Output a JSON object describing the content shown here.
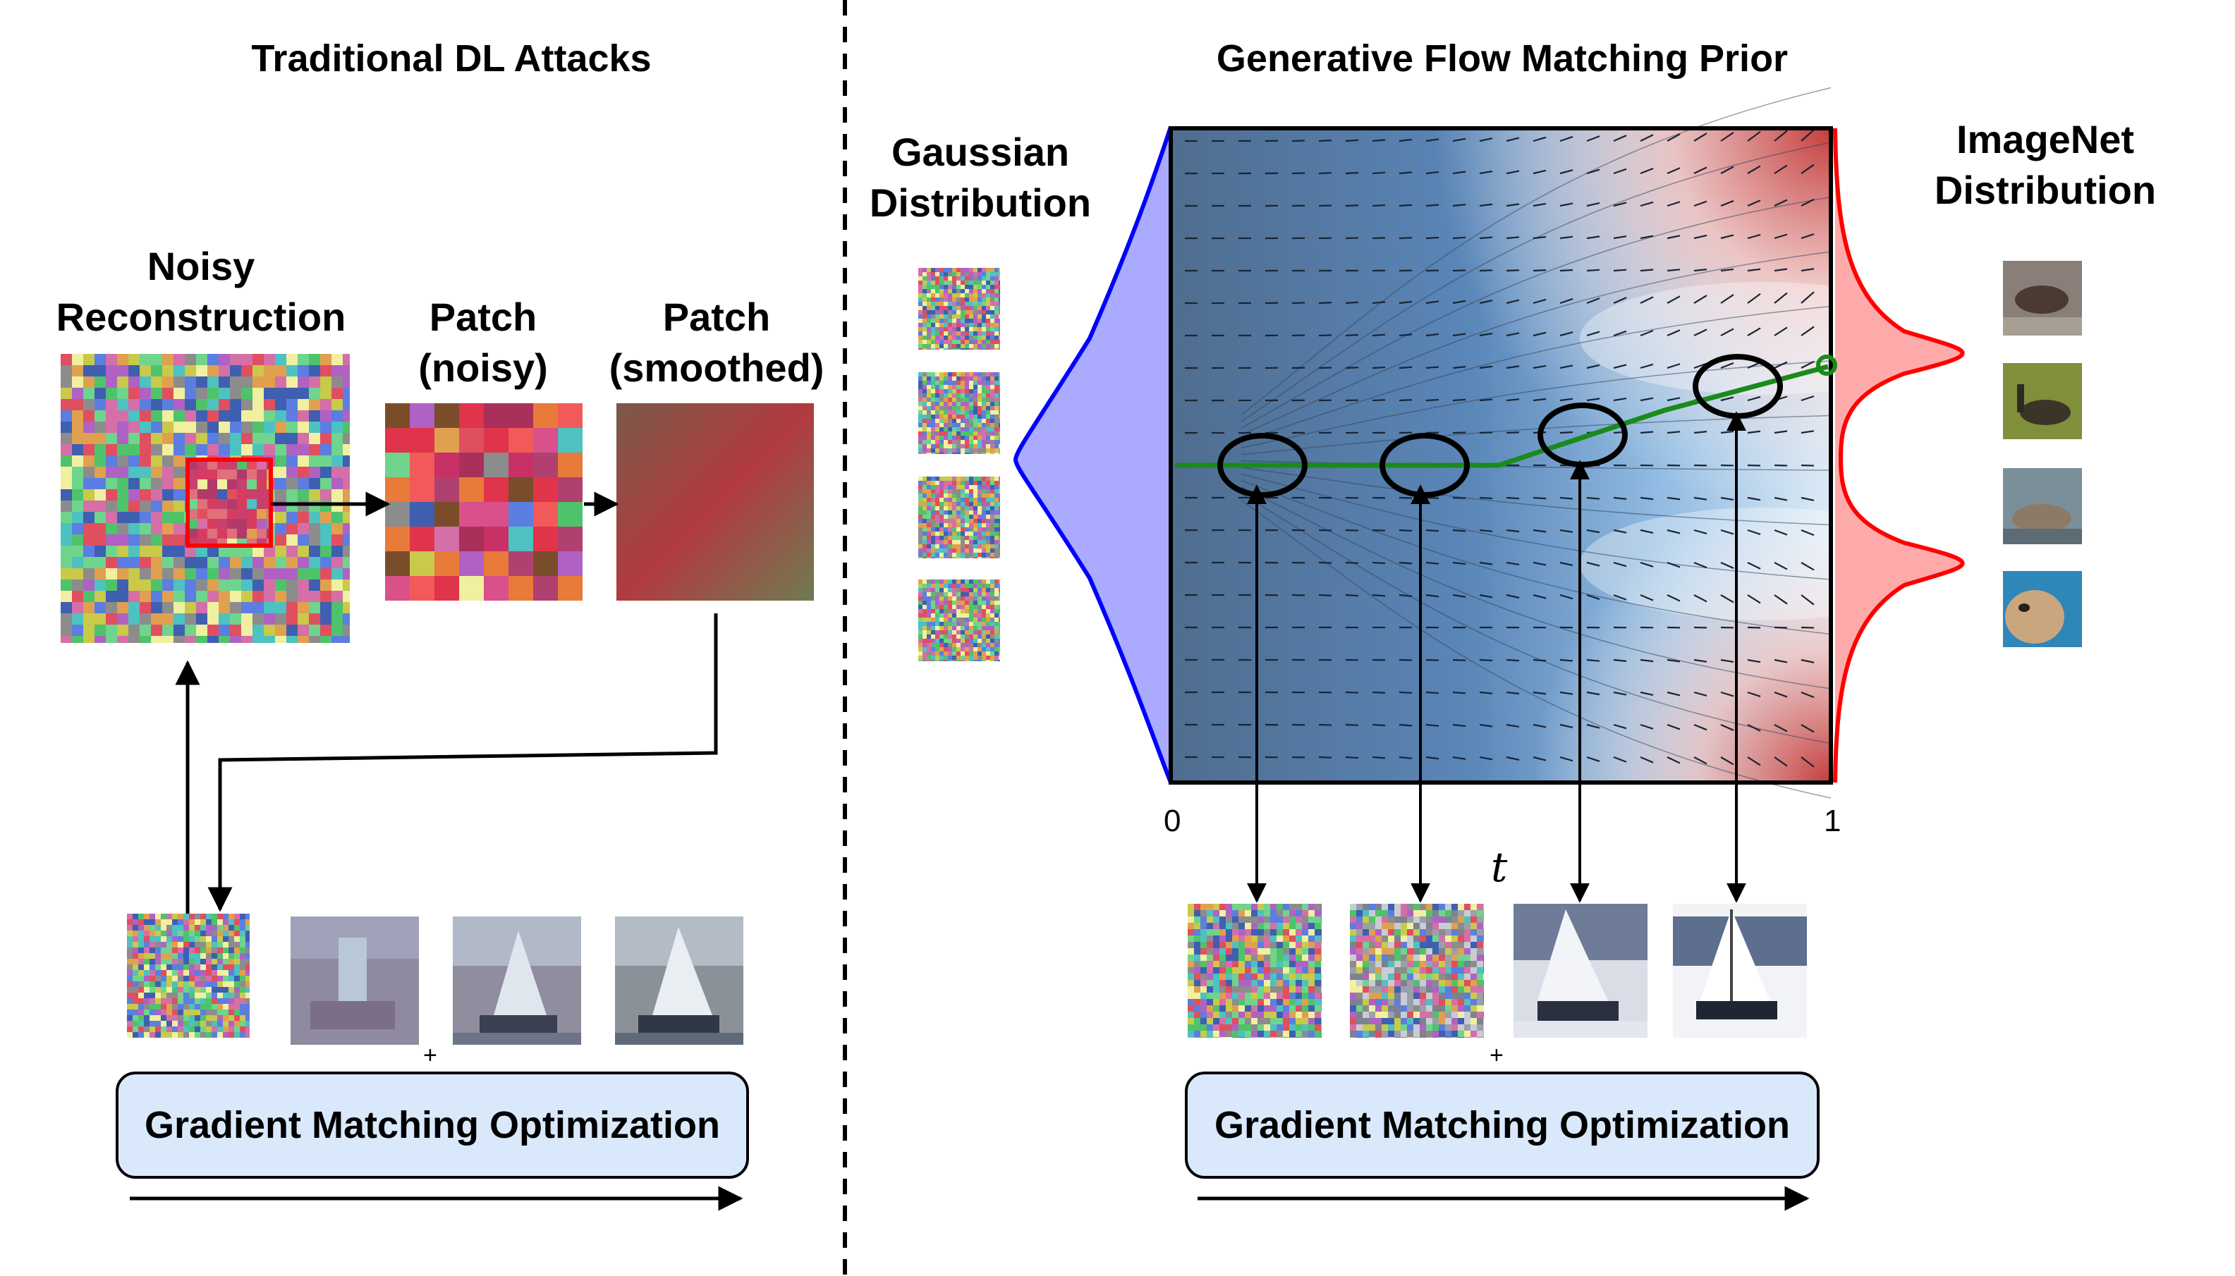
{
  "left": {
    "title": "Traditional DL Attacks",
    "noisy_label_1": "Noisy",
    "noisy_label_2": "Reconstruction",
    "patch_noisy_1": "Patch",
    "patch_noisy_2": "(noisy)",
    "patch_smooth_1": "Patch",
    "patch_smooth_2": "(smoothed)",
    "plus": "+",
    "optimization": "Gradient Matching Optimization"
  },
  "right": {
    "title": "Generative Flow Matching Prior",
    "gaussian_1": "Gaussian",
    "gaussian_2": "Distribution",
    "imagenet_1": "ImageNet",
    "imagenet_2": "Distribution",
    "axis_start": "0",
    "axis_end": "1",
    "axis_var": "t",
    "plus": "+",
    "optimization": "Gradient Matching Optimization"
  },
  "colors": {
    "gaussian_curve": "#0000ff",
    "gaussian_fill": "#aaaaff",
    "imagenet_curve": "#ff0000",
    "imagenet_fill": "#ffaaaa",
    "trajectory": "#1a8a1a",
    "box_fill": "#dae8fc",
    "patch_box": "#ff0000"
  }
}
